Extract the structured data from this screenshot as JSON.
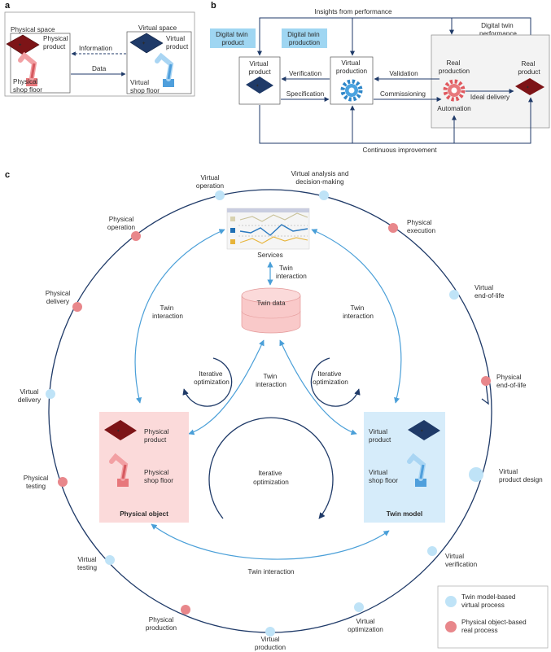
{
  "panels": {
    "a": "a",
    "b": "b",
    "c": "c"
  },
  "panel_a": {
    "physical_space": "Physical space",
    "virtual_space": "Virtual space",
    "physical_product": [
      "Physical",
      "product"
    ],
    "physical_shop_floor": [
      "Physical",
      "shop floor"
    ],
    "virtual_product": [
      "Virtual",
      "product"
    ],
    "virtual_shop_floor": [
      "Virtual",
      "shop floor"
    ],
    "information": "Information",
    "data": "Data"
  },
  "panel_b": {
    "insights": "Insights from performance",
    "dt_performance": [
      "Digital twin",
      "performance"
    ],
    "dt_product": [
      "Digital twin",
      "product"
    ],
    "dt_production": [
      "Digital twin",
      "production"
    ],
    "virtual_product": [
      "Virtual",
      "product"
    ],
    "virtual_production": [
      "Virtual",
      "production"
    ],
    "real_production": [
      "Real",
      "production"
    ],
    "real_product": [
      "Real",
      "product"
    ],
    "verification": "Verification",
    "specification": "Specification",
    "validation": "Validation",
    "commissioning": "Commissioning",
    "ideal_delivery": "Ideal delivery",
    "automation": "Automation",
    "continuous": "Continuous improvement"
  },
  "panel_c": {
    "services": "Services",
    "twin_data": "Twin data",
    "twin_interaction_top": [
      "Twin",
      "interaction"
    ],
    "twin_interaction_left": [
      "Twin",
      "interaction"
    ],
    "twin_interaction_right": [
      "Twin",
      "interaction"
    ],
    "twin_interaction_mid": [
      "Twin",
      "interaction"
    ],
    "twin_interaction_bottom": "Twin interaction",
    "iter_left": [
      "Iterative",
      "optimization"
    ],
    "iter_right": [
      "Iterative",
      "optimization"
    ],
    "iter_center": [
      "Iterative",
      "optimization"
    ],
    "physical_object": "Physical object",
    "twin_model": "Twin model",
    "po_product": [
      "Physical",
      "product"
    ],
    "po_shop_floor": [
      "Physical",
      "shop floor"
    ],
    "tm_product": [
      "Virtual",
      "product"
    ],
    "tm_shop_floor": [
      "Virtual",
      "shop floor"
    ],
    "nodes": [
      {
        "label": [
          "Virtual",
          "operation"
        ],
        "kind": "virtual"
      },
      {
        "label": [
          "Virtual analysis and",
          "decision-making"
        ],
        "kind": "virtual"
      },
      {
        "label": [
          "Physical",
          "execution"
        ],
        "kind": "physical"
      },
      {
        "label": [
          "Virtual",
          "end-of-life"
        ],
        "kind": "virtual"
      },
      {
        "label": [
          "Physical",
          "end-of-life"
        ],
        "kind": "physical"
      },
      {
        "label": [
          "Virtual",
          "product design"
        ],
        "kind": "virtual"
      },
      {
        "label": [
          "Virtual",
          "verification"
        ],
        "kind": "virtual"
      },
      {
        "label": [
          "Virtual",
          "optimization"
        ],
        "kind": "virtual"
      },
      {
        "label": [
          "Virtual",
          "production"
        ],
        "kind": "virtual"
      },
      {
        "label": [
          "Physical",
          "production"
        ],
        "kind": "physical"
      },
      {
        "label": [
          "Virtual",
          "testing"
        ],
        "kind": "virtual"
      },
      {
        "label": [
          "Physical",
          "testing"
        ],
        "kind": "physical"
      },
      {
        "label": [
          "Virtual",
          "delivery"
        ],
        "kind": "virtual"
      },
      {
        "label": [
          "Physical",
          "delivery"
        ],
        "kind": "physical"
      },
      {
        "label": [
          "Physical",
          "operation"
        ],
        "kind": "physical"
      }
    ],
    "legend": {
      "virtual": [
        "Twin model-based",
        "virtual process"
      ],
      "physical": [
        "Physical object-based",
        "real process"
      ]
    }
  },
  "colors": {
    "navy": "#1f3a68",
    "light_blue": "#5aa9dc",
    "node_blue": "#bfe3f7",
    "node_red": "#e8878b",
    "dark_red": "#7d1417",
    "pink_panel": "#fbdada",
    "blue_panel": "#d6ecfa",
    "label_box": "#9fd6f2"
  }
}
